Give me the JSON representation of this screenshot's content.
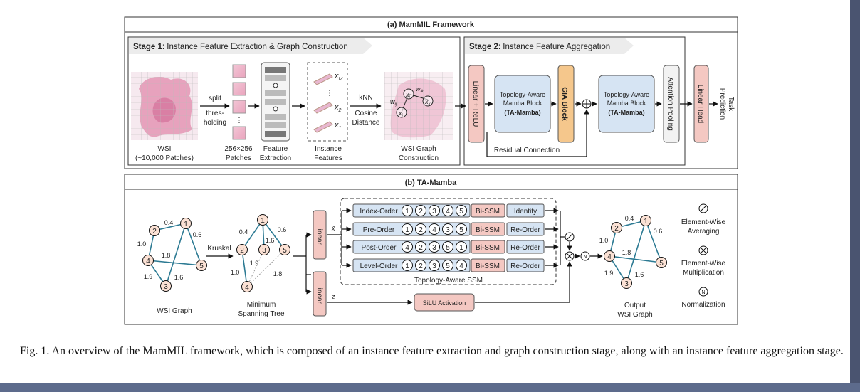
{
  "panel_a": {
    "title": "(a) MamMIL Framework",
    "stage1": {
      "prefix": "Stage 1",
      "title": ": Instance Feature Extraction & Graph Construction"
    },
    "stage2": {
      "prefix": "Stage 2",
      "title": ": Instance Feature Aggregation"
    },
    "wsi_label": [
      "WSI",
      "(~10,000 Patches)"
    ],
    "split_label": [
      "split",
      "thres-",
      "holding"
    ],
    "patches_label": [
      "256×256",
      "Patches"
    ],
    "feature_extraction_label": [
      "Feature",
      "Extraction"
    ],
    "instance_features_label": [
      "Instance",
      "Features"
    ],
    "x_labels": [
      "x",
      "x",
      "x"
    ],
    "x_subs": [
      "M",
      "2",
      "1"
    ],
    "knn_label": [
      "kNN",
      "Cosine",
      "Distance"
    ],
    "graph_label": [
      "WSI Graph",
      "Construction"
    ],
    "graph_nodes": [
      "x",
      "x",
      "x"
    ],
    "graph_node_subs": [
      "i",
      "j",
      "k"
    ],
    "graph_edges": [
      "w",
      "w"
    ],
    "graph_edge_subs": [
      "ij",
      "ik"
    ],
    "linear_relu": "Linear + ReLU",
    "ta_block1": [
      "Topology-Aware",
      "Mamba Block",
      "(TA-Mamba)"
    ],
    "gia_block": "GIA Block",
    "ta_block2": [
      "Topology-Aware",
      "Mamba Block",
      "(TA-Mamba)"
    ],
    "attention_pooling": "Attention Pooling",
    "linear_head": "Linear Head",
    "task_prediction": [
      "Task",
      "Prediction"
    ],
    "residual": "Residual Connection"
  },
  "panel_b": {
    "title": "(b) TA-Mamba",
    "wsi_graph_label": "WSI Graph",
    "kruskal": "Kruskal",
    "mst_label": [
      "Minimum",
      "Spanning Tree"
    ],
    "linear": "Linear",
    "xbar": "x̄",
    "zbar": "z̄",
    "rows": [
      {
        "order": "Index-Order",
        "seq": [
          "1",
          "2",
          "3",
          "4",
          "5"
        ],
        "ssm": "Bi-SSM",
        "post": "Identity"
      },
      {
        "order": "Pre-Order",
        "seq": [
          "1",
          "2",
          "4",
          "3",
          "5"
        ],
        "ssm": "Bi-SSM",
        "post": "Re-Order"
      },
      {
        "order": "Post-Order",
        "seq": [
          "4",
          "2",
          "3",
          "5",
          "1"
        ],
        "ssm": "Bi-SSM",
        "post": "Re-Order"
      },
      {
        "order": "Level-Order",
        "seq": [
          "1",
          "2",
          "3",
          "5",
          "4"
        ],
        "ssm": "Bi-SSM",
        "post": "Re-Order"
      }
    ],
    "topology_ssm": "Topology-Aware SSM",
    "silu": "SiLU Activation",
    "output_label": [
      "Output",
      "WSI Graph"
    ],
    "graph_nodes": [
      "1",
      "2",
      "3",
      "4",
      "5"
    ],
    "wsi_graph_weights": [
      "0.4",
      "0.6",
      "1.0",
      "1.8",
      "1.9",
      "1.6"
    ],
    "mst_weights": [
      "0.4",
      "0.6",
      "1.6",
      "1.9",
      "1.0",
      "1.8"
    ],
    "output_weights": [
      "0.4",
      "0.6",
      "1.0",
      "1.8",
      "1.9",
      "1.6"
    ],
    "legend": [
      {
        "symbol": "⊘",
        "label": [
          "Element-Wise",
          "Averaging"
        ]
      },
      {
        "symbol": "⊗",
        "label": [
          "Element-Wise",
          "Multiplication"
        ]
      },
      {
        "symbol": "N",
        "label": [
          "Normalization"
        ]
      }
    ]
  },
  "caption": "Fig. 1.  An overview of the MamMIL framework, which is composed of an instance feature extraction and graph construction stage, along with an instance feature aggregation stage."
}
